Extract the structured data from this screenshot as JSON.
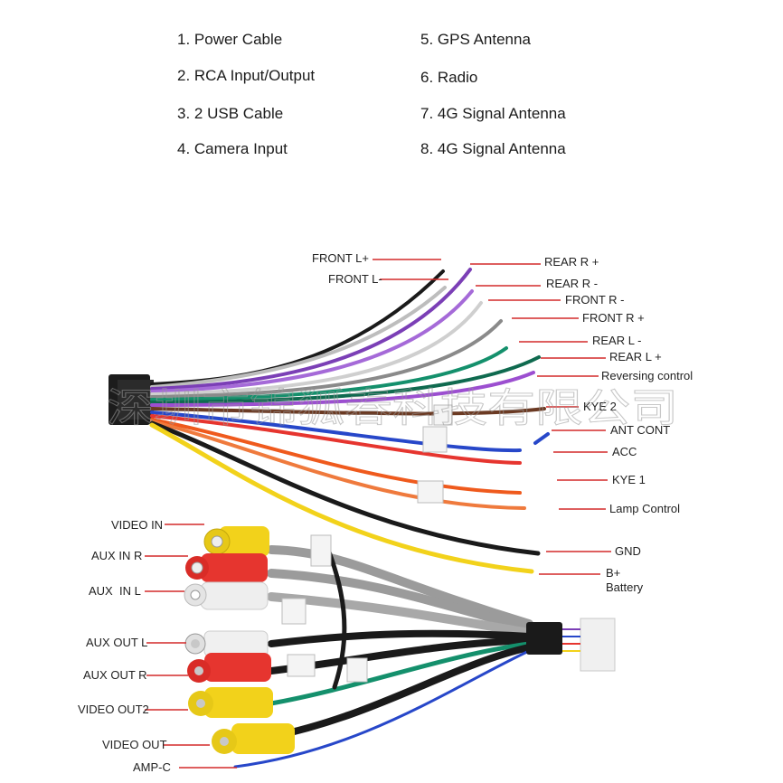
{
  "parts_list": {
    "left": [
      "1. Power Cable",
      "2. RCA Input/Output",
      "3. 2 USB Cable",
      "4. Camera Input"
    ],
    "right": [
      "5. GPS Antenna",
      "6. Radio",
      "7. 4G Signal Antenna",
      "8. 4G Signal Antenna"
    ]
  },
  "top_harness_labels": {
    "front_l_plus": "FRONT L+",
    "front_l_minus": "FRONT L-",
    "rear_r_plus": "REAR R +",
    "rear_r_minus": "REAR R -",
    "front_r_minus": "FRONT R -",
    "front_r_plus": "FRONT R +",
    "rear_l_minus": "REAR L -",
    "rear_l_plus": "REAR L +",
    "reversing": "Reversing control",
    "kye2": "KYE 2",
    "ant_cont": "ANT CONT",
    "acc": "ACC",
    "kye1": "KYE 1",
    "lamp": "Lamp Control",
    "gnd": "GND",
    "b_plus": "B+",
    "battery": "Battery"
  },
  "rca_labels": {
    "video_in": "VIDEO IN",
    "aux_in_r": "AUX IN R",
    "aux_in_l": "AUX  IN L",
    "aux_out_l": "AUX OUT L",
    "aux_out_r": "AUX OUT R",
    "video_out2": "VIDEO OUT2",
    "video_out": "VIDEO OUT",
    "amp_c": "AMP-C"
  },
  "watermark": "深圳市锦狐春科技有限公司",
  "colors": {
    "pointer": "#d42a2a",
    "yellow": "#f2d21b",
    "red": "#e6352f",
    "white": "#efefef",
    "black": "#1a1a1a",
    "grey": "#9b9b9b",
    "purple": "#7b3fb6",
    "green": "#14906c",
    "orange": "#ef5a1d",
    "blue": "#2747c9",
    "brown": "#6b3a23"
  }
}
